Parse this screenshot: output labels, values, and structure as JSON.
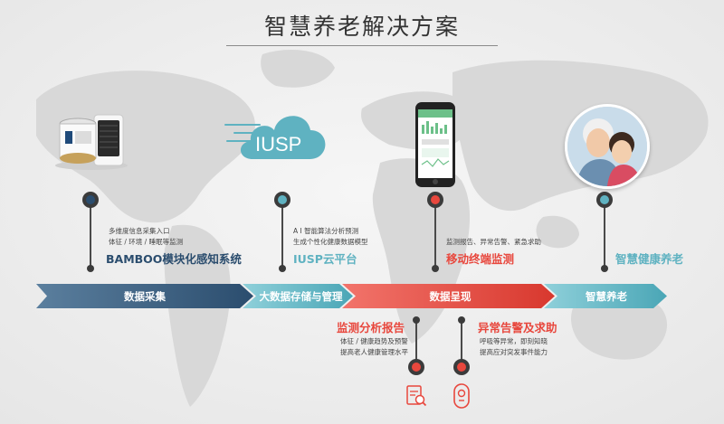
{
  "title": "智慧养老解决方案",
  "steps": [
    {
      "band_label": "数据采集",
      "heading": "BAMBOO模块化感知系统",
      "lines": [
        "多维度信息采集入口",
        "体征 / 环境 / 睡眠等监测"
      ],
      "color": "#2b4d6e"
    },
    {
      "band_label": "大数据存储与管理",
      "heading": "IUSP云平台",
      "cloud_text": "IUSP",
      "lines": [
        "A I 智能算法分析预测",
        "生成个性化健康数据模型"
      ],
      "color": "#5fb2c1"
    },
    {
      "band_label": "数据呈现",
      "heading": "移动终端监测",
      "lines": [
        "监测报告、异常告警、紧急求助"
      ],
      "color": "#e8473d"
    },
    {
      "band_label": "智慧养老",
      "heading": "智慧健康养老",
      "lines": [],
      "color": "#5fb2c1"
    }
  ],
  "sub_steps": [
    {
      "heading": "监测分析报告",
      "lines": [
        "体征 / 健康趋势及预警",
        "提高老人健康管理水平"
      ],
      "icon": "report-search-icon",
      "color": "#e8473d"
    },
    {
      "heading": "异常告警及求助",
      "lines": [
        "呼吸等异常，即刻知晓",
        "提高应对突发事件能力"
      ],
      "icon": "alarm-button-icon",
      "color": "#e8473d"
    }
  ]
}
